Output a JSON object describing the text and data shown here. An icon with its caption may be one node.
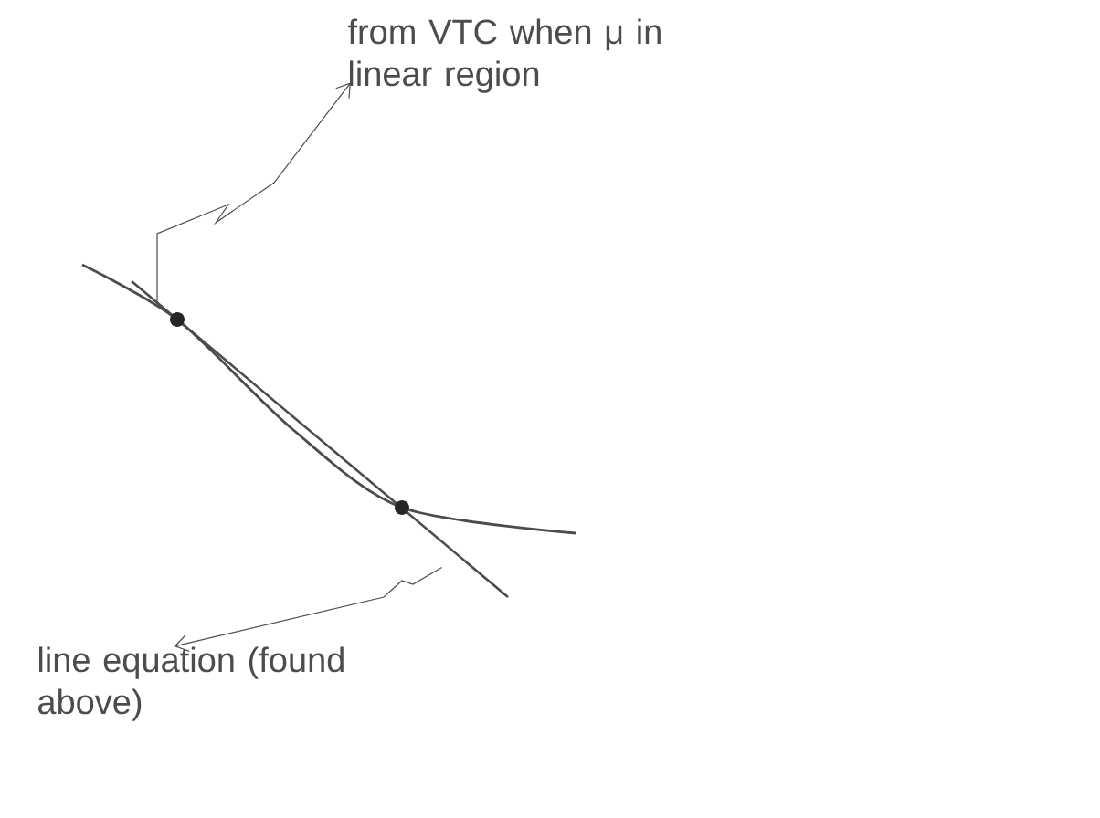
{
  "diagram": {
    "nodes": [
      {
        "text": [
          "from VTC when μ in linear region"
        ]
      },
      {
        "text": [
          "line equation (found above)"
        ]
      },
      {
        "text": [],
        "shape": "curve"
      },
      {
        "text": [],
        "shape": "line"
      }
    ],
    "edges": [
      {
        "from": 2,
        "to": 0,
        "arrow": "to"
      },
      {
        "from": 3,
        "to": 1,
        "arrow": "to"
      }
    ]
  }
}
